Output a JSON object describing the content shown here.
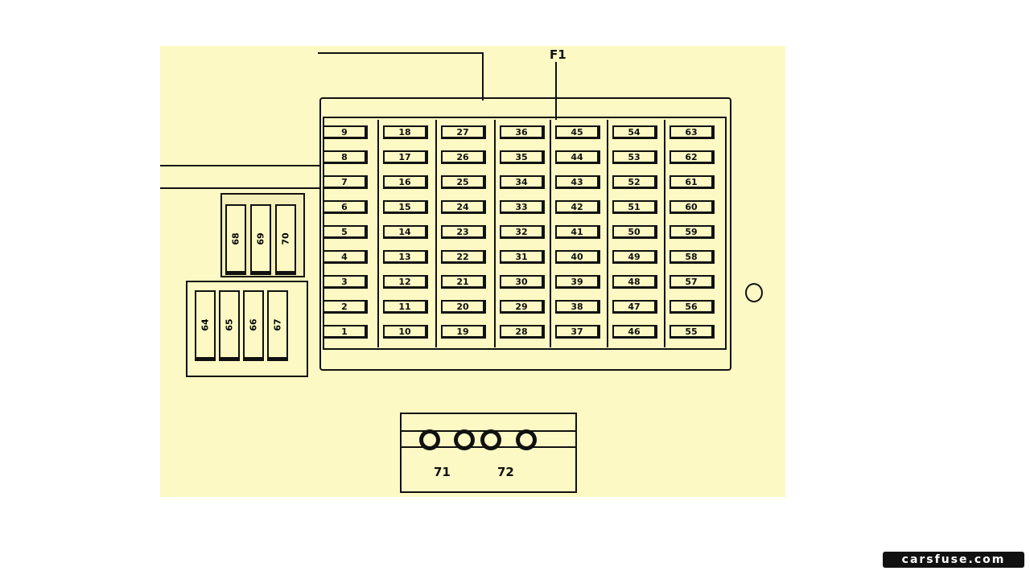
{
  "diagram": {
    "main_label": "F1",
    "fuse_columns": [
      [
        "9",
        "8",
        "7",
        "6",
        "5",
        "4",
        "3",
        "2",
        "1"
      ],
      [
        "18",
        "17",
        "16",
        "15",
        "14",
        "13",
        "12",
        "11",
        "10"
      ],
      [
        "27",
        "26",
        "25",
        "24",
        "23",
        "22",
        "21",
        "20",
        "19"
      ],
      [
        "36",
        "35",
        "34",
        "33",
        "32",
        "31",
        "30",
        "29",
        "28"
      ],
      [
        "45",
        "44",
        "43",
        "42",
        "41",
        "40",
        "39",
        "38",
        "37"
      ],
      [
        "54",
        "53",
        "52",
        "51",
        "50",
        "49",
        "48",
        "47",
        "46"
      ],
      [
        "63",
        "62",
        "61",
        "60",
        "59",
        "58",
        "57",
        "56",
        "55"
      ]
    ],
    "upper_relay_fuses": [
      "68",
      "69",
      "70"
    ],
    "lower_relay_fuses": [
      "64",
      "65",
      "66",
      "67"
    ],
    "high_current_fuses": [
      "71",
      "72"
    ],
    "colors": {
      "background": "#fdf9c4",
      "line": "#111111"
    }
  },
  "watermark": "carsfuse.com"
}
